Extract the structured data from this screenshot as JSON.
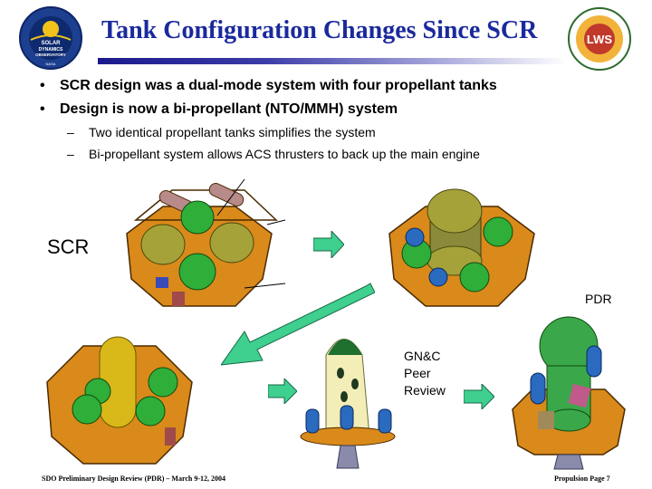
{
  "slide": {
    "title": "Tank Configuration Changes Since SCR",
    "bullets": [
      {
        "text": "SCR design was a dual-mode system with four propellant tanks"
      },
      {
        "text": "Design is now a bi-propellant (NTO/MMH) system"
      }
    ],
    "sub_bullets": [
      {
        "text": "Two identical propellant tanks simplifies the system"
      },
      {
        "text": "Bi-propellant system allows ACS thrusters to back up the main engine"
      }
    ],
    "labels": {
      "scr": "SCR",
      "pdr": "PDR",
      "gnc_line1": "GN&C",
      "gnc_line2": "Peer",
      "gnc_line3": "Review"
    },
    "logos": {
      "left_text_1": "SOLAR",
      "left_text_2": "DYNAMICS",
      "left_text_3": "OBSERVATORY",
      "left_text_4": "NASA",
      "right_text": "LWS"
    },
    "footer": {
      "left": "SDO Preliminary Design Review (PDR) – March 9-12, 2004",
      "right": "Propulsion Page 7"
    },
    "colors": {
      "title": "#1a2a9c",
      "tank_green": "#2fae3a",
      "tank_olive": "#a6a23a",
      "deck_orange": "#d98a1a",
      "arrow_green": "#3fcf8f"
    }
  }
}
